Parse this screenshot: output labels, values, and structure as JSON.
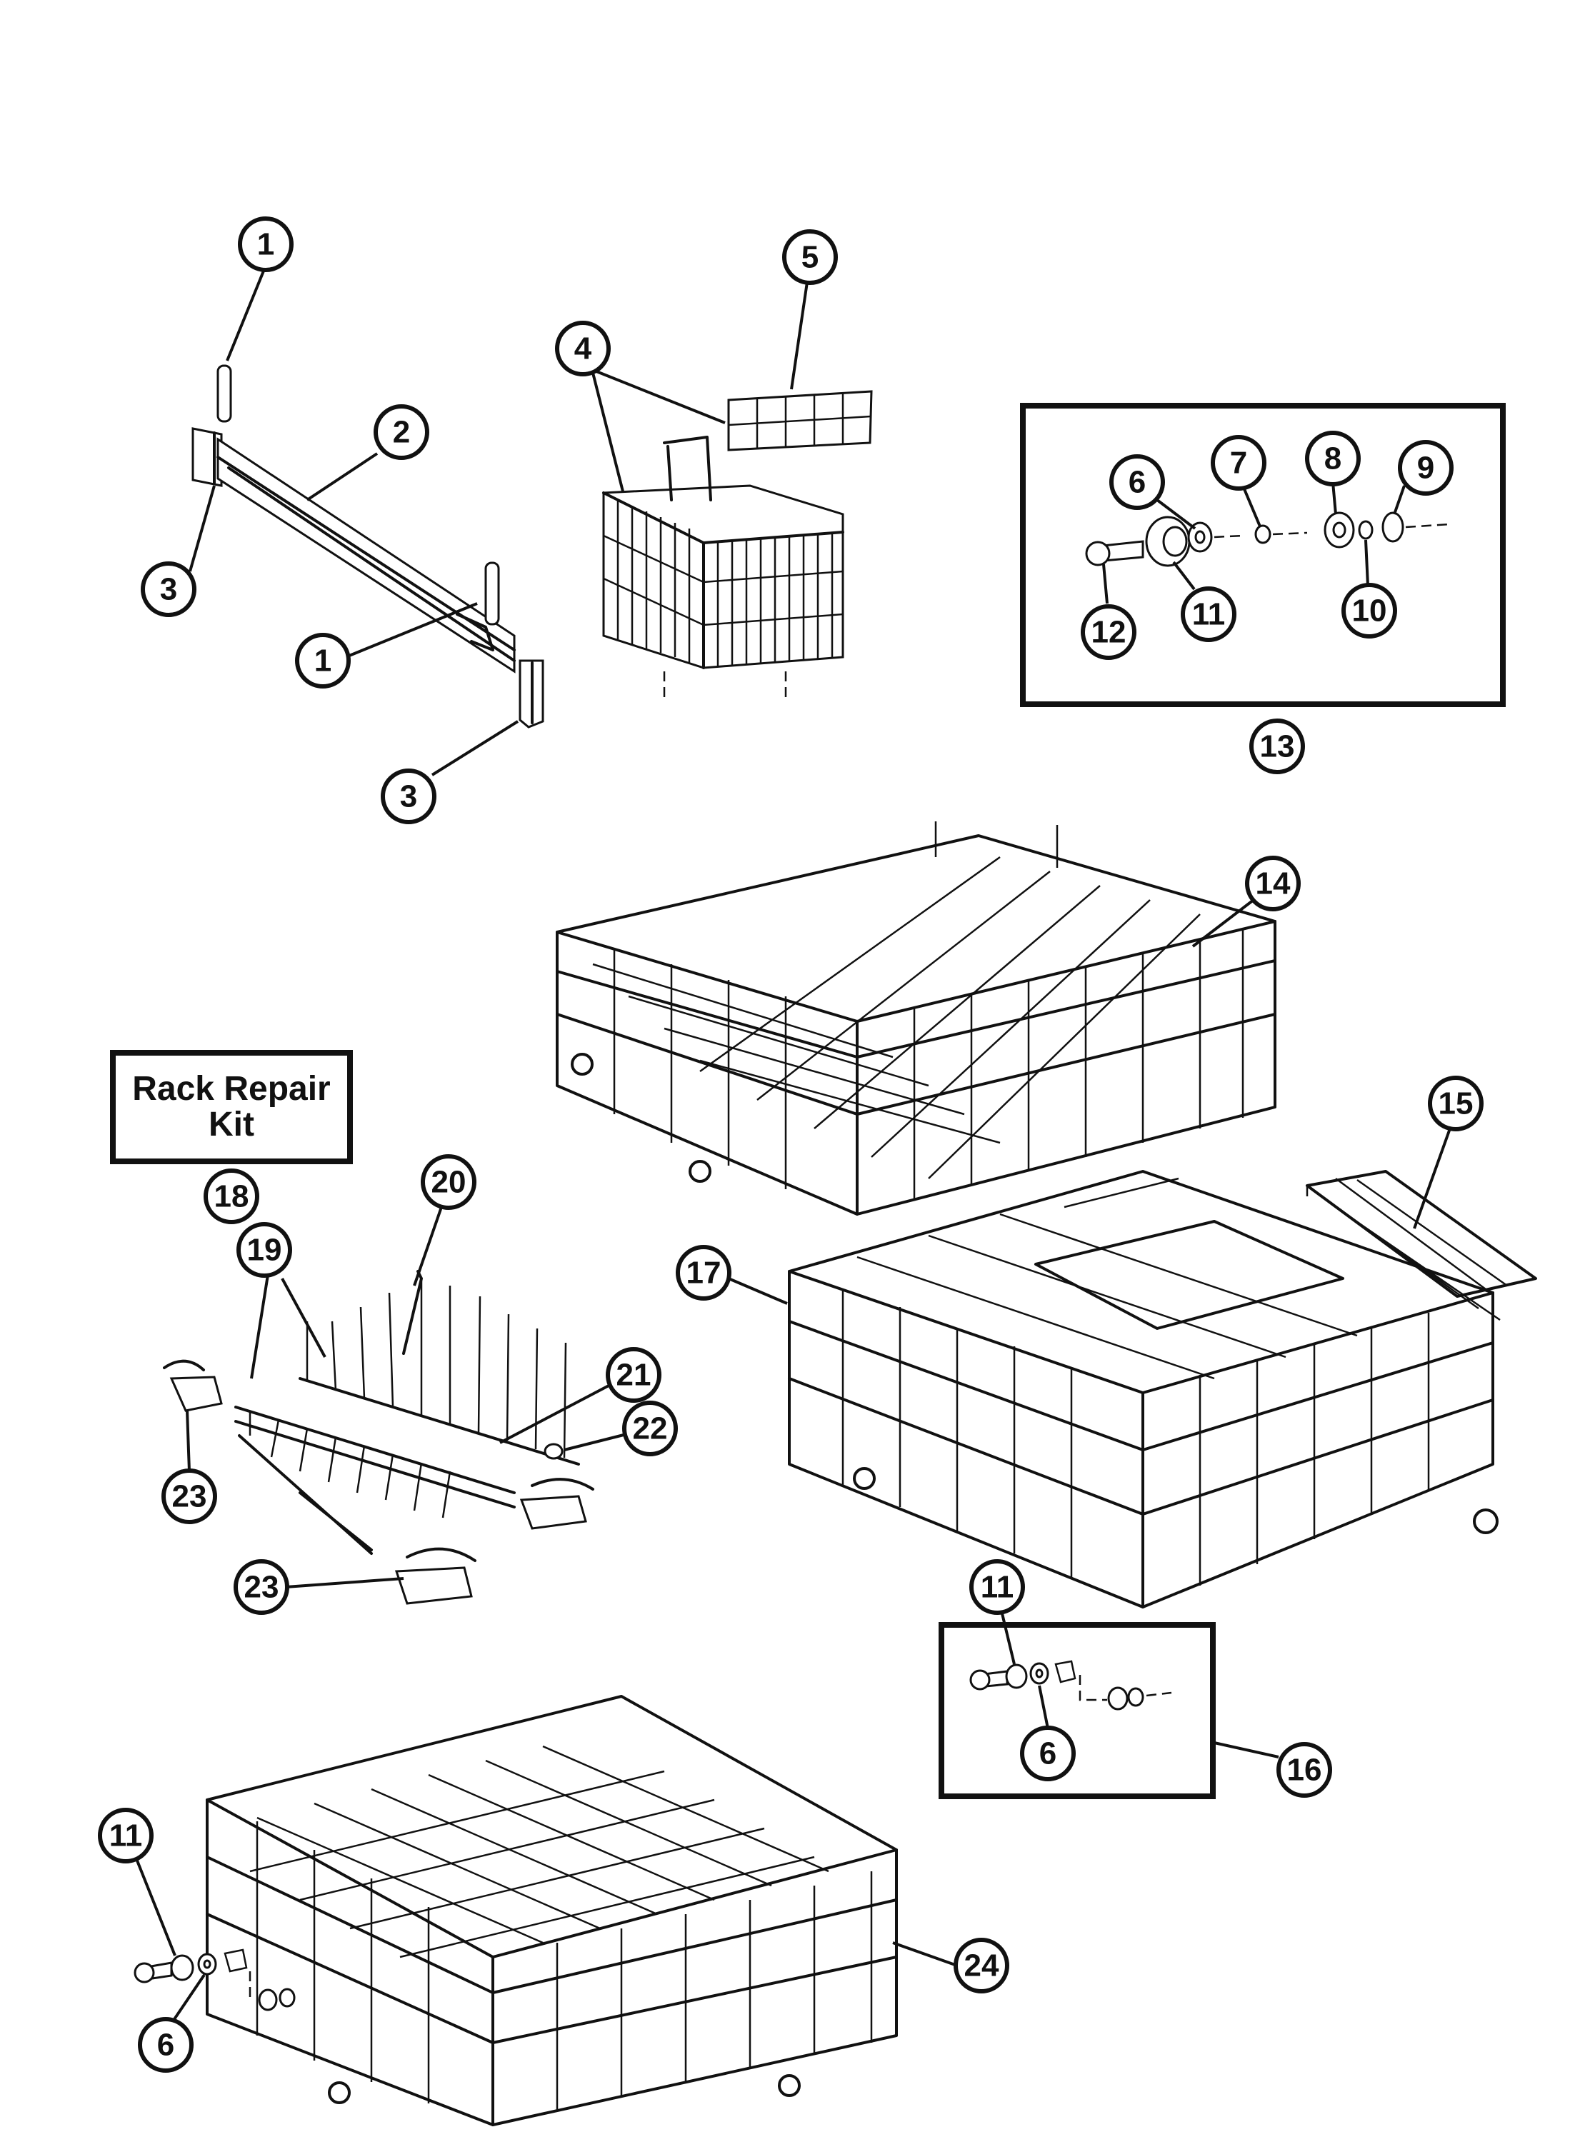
{
  "kit_label": {
    "line1": "Rack Repair",
    "line2": "Kit"
  },
  "callouts": [
    {
      "id": "c1a",
      "label": "1"
    },
    {
      "id": "c1b",
      "label": "1"
    },
    {
      "id": "c2",
      "label": "2"
    },
    {
      "id": "c3a",
      "label": "3"
    },
    {
      "id": "c3b",
      "label": "3"
    },
    {
      "id": "c4",
      "label": "4"
    },
    {
      "id": "c5",
      "label": "5"
    },
    {
      "id": "c6a",
      "label": "6"
    },
    {
      "id": "c7",
      "label": "7"
    },
    {
      "id": "c8",
      "label": "8"
    },
    {
      "id": "c9",
      "label": "9"
    },
    {
      "id": "c10",
      "label": "10"
    },
    {
      "id": "c11a",
      "label": "11"
    },
    {
      "id": "c12",
      "label": "12"
    },
    {
      "id": "c13",
      "label": "13"
    },
    {
      "id": "c14",
      "label": "14"
    },
    {
      "id": "c15",
      "label": "15"
    },
    {
      "id": "c16",
      "label": "16"
    },
    {
      "id": "c17",
      "label": "17"
    },
    {
      "id": "c18",
      "label": "18"
    },
    {
      "id": "c19",
      "label": "19"
    },
    {
      "id": "c20",
      "label": "20"
    },
    {
      "id": "c21",
      "label": "21"
    },
    {
      "id": "c22",
      "label": "22"
    },
    {
      "id": "c23a",
      "label": "23"
    },
    {
      "id": "c23b",
      "label": "23"
    },
    {
      "id": "c11b",
      "label": "11"
    },
    {
      "id": "c6b",
      "label": "6"
    },
    {
      "id": "c11c",
      "label": "11"
    },
    {
      "id": "c6c",
      "label": "6"
    },
    {
      "id": "c24",
      "label": "24"
    }
  ]
}
